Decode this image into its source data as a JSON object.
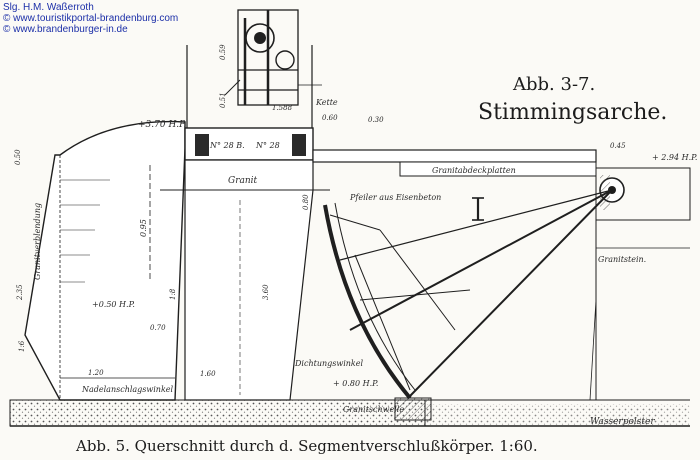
{
  "credits": [
    "Slg. H.M. Waßerroth",
    "© www.touristikportal-brandenburg.com",
    "© www.brandenburger-in.de"
  ],
  "figure_title": "Abb. 3-7.",
  "figure_subtitle": "Stimmingsarche.",
  "caption": "Abb. 5. Querschnitt durch d. Segmentverschlußkörper. 1:60.",
  "labels": {
    "hp_left": "+3.70 H.P.",
    "hp_right": "+ 2.94 H.P.",
    "hp_mid": "+0.50 H.P.",
    "hp_bottom": "+ 0.80 H.P.",
    "granit": "Granit",
    "granitabdeck": "Granitabdeckplatten",
    "granitstein": "Granitstein.",
    "granitschwelle": "Granitschwelle",
    "granitverblendung": "Granitverblendung",
    "wasserpolster": "Wasserpolster",
    "nadel": "Nadelanschlagswinkel",
    "dichtung": "Dichtungswinkel",
    "traeger1": "N° 28 B.",
    "traeger2": "N° 28",
    "kette": "Kette",
    "pfeiler": "Pfeiler aus Eisenbeton",
    "heights": [
      "0.59",
      "0.51",
      "1.588",
      "0.60",
      "0.30",
      "0.45",
      "0.50",
      "0.95",
      "2.35",
      "1:6",
      "1.20",
      "1.60",
      "0.70",
      "1:8",
      "3.60",
      "0.80"
    ]
  },
  "colors": {
    "ink": "#1f1f1f",
    "credit": "#1c2fa8",
    "paper": "#fbfaf6"
  }
}
